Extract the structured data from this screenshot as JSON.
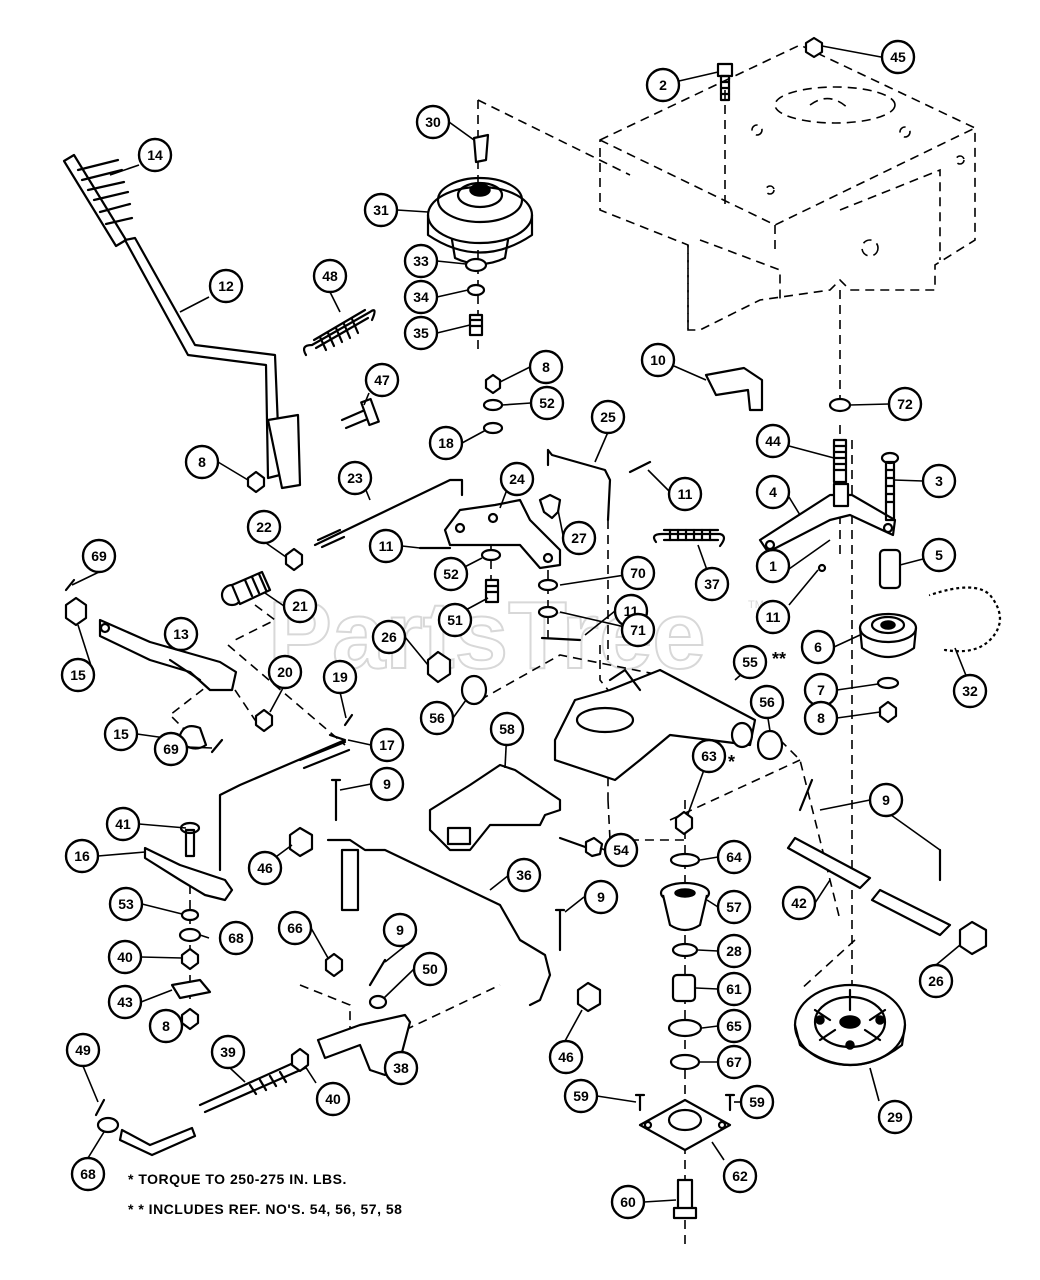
{
  "callouts": [
    "1",
    "2",
    "3",
    "4",
    "5",
    "6",
    "7",
    "8",
    "9",
    "10",
    "11",
    "12",
    "13",
    "14",
    "15",
    "16",
    "17",
    "18",
    "19",
    "20",
    "21",
    "22",
    "23",
    "24",
    "25",
    "26",
    "27",
    "28",
    "29",
    "30",
    "31",
    "32",
    "33",
    "34",
    "35",
    "36",
    "37",
    "38",
    "39",
    "40",
    "41",
    "42",
    "43",
    "44",
    "45",
    "46",
    "47",
    "48",
    "49",
    "50",
    "51",
    "52",
    "53",
    "54",
    "55",
    "56",
    "57",
    "58",
    "59",
    "60",
    "61",
    "62",
    "63",
    "64",
    "65",
    "66",
    "67",
    "68",
    "69",
    "70",
    "71",
    "72"
  ],
  "watermark": {
    "text": "PartsTree",
    "tm": "TM"
  },
  "star_markers": {
    "ref55": "**",
    "ref63": "*"
  },
  "notes": {
    "torque": "* TORQUE TO 250-275 IN. LBS.",
    "includes": "* * INCLUDES REF. NO'S. 54, 56, 57, 58"
  }
}
